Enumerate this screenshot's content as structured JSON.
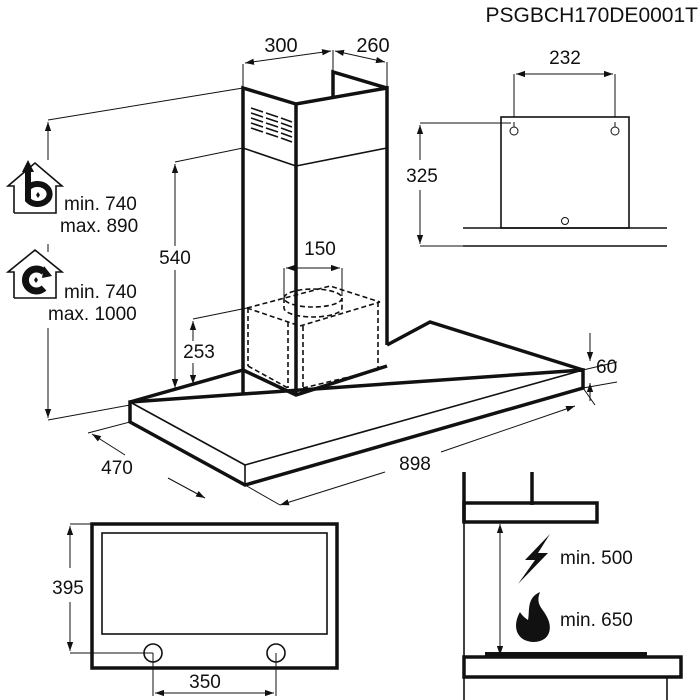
{
  "model_code": "PSGBCH170DE0001T",
  "chimney": {
    "width_label": "300",
    "depth_label": "260",
    "outlet_diameter_label": "150",
    "total_height_label": "540",
    "filter_box_height_label": "253"
  },
  "mounting_heights": {
    "extraction_mode": {
      "icon": "house-extraction-fan-icon",
      "min_label": "min. 740",
      "max_label": "max. 890"
    },
    "recirculation_mode": {
      "icon": "house-recirculation-fan-icon",
      "min_label": "min. 740",
      "max_label": "max. 1000"
    }
  },
  "canopy": {
    "width_label": "898",
    "depth_label": "470",
    "thickness_label": "60"
  },
  "bracket_view": {
    "hole_spacing_label": "232",
    "height_label": "325"
  },
  "underside_view": {
    "height_label": "395",
    "light_spacing_label": "350"
  },
  "clearance_view": {
    "electric": {
      "icon": "lightning-icon",
      "label": "min. 500"
    },
    "gas": {
      "icon": "flame-icon",
      "label": "min. 650"
    }
  }
}
